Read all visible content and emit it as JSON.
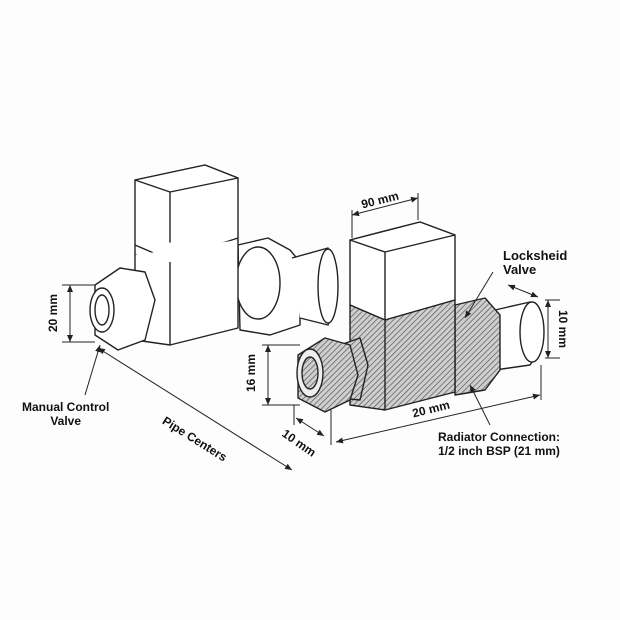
{
  "labels": {
    "top_width": "90 mm",
    "lockshield_line1": "Locksheid",
    "lockshield_line2": "Valve",
    "right_height": "10 mm",
    "left_height": "20 mm",
    "body_height": "16 mm",
    "body_length": "20 mm",
    "nut_length": "10 mm",
    "manual_line1": "Manual Control",
    "manual_line2": "Valve",
    "pipe_centers": "Pipe Centers",
    "radiator_line1": "Radiator Connection:",
    "radiator_line2": "1/2 inch BSP (21 mm)"
  },
  "colors": {
    "line": "#222222",
    "hatch": "#555555"
  }
}
